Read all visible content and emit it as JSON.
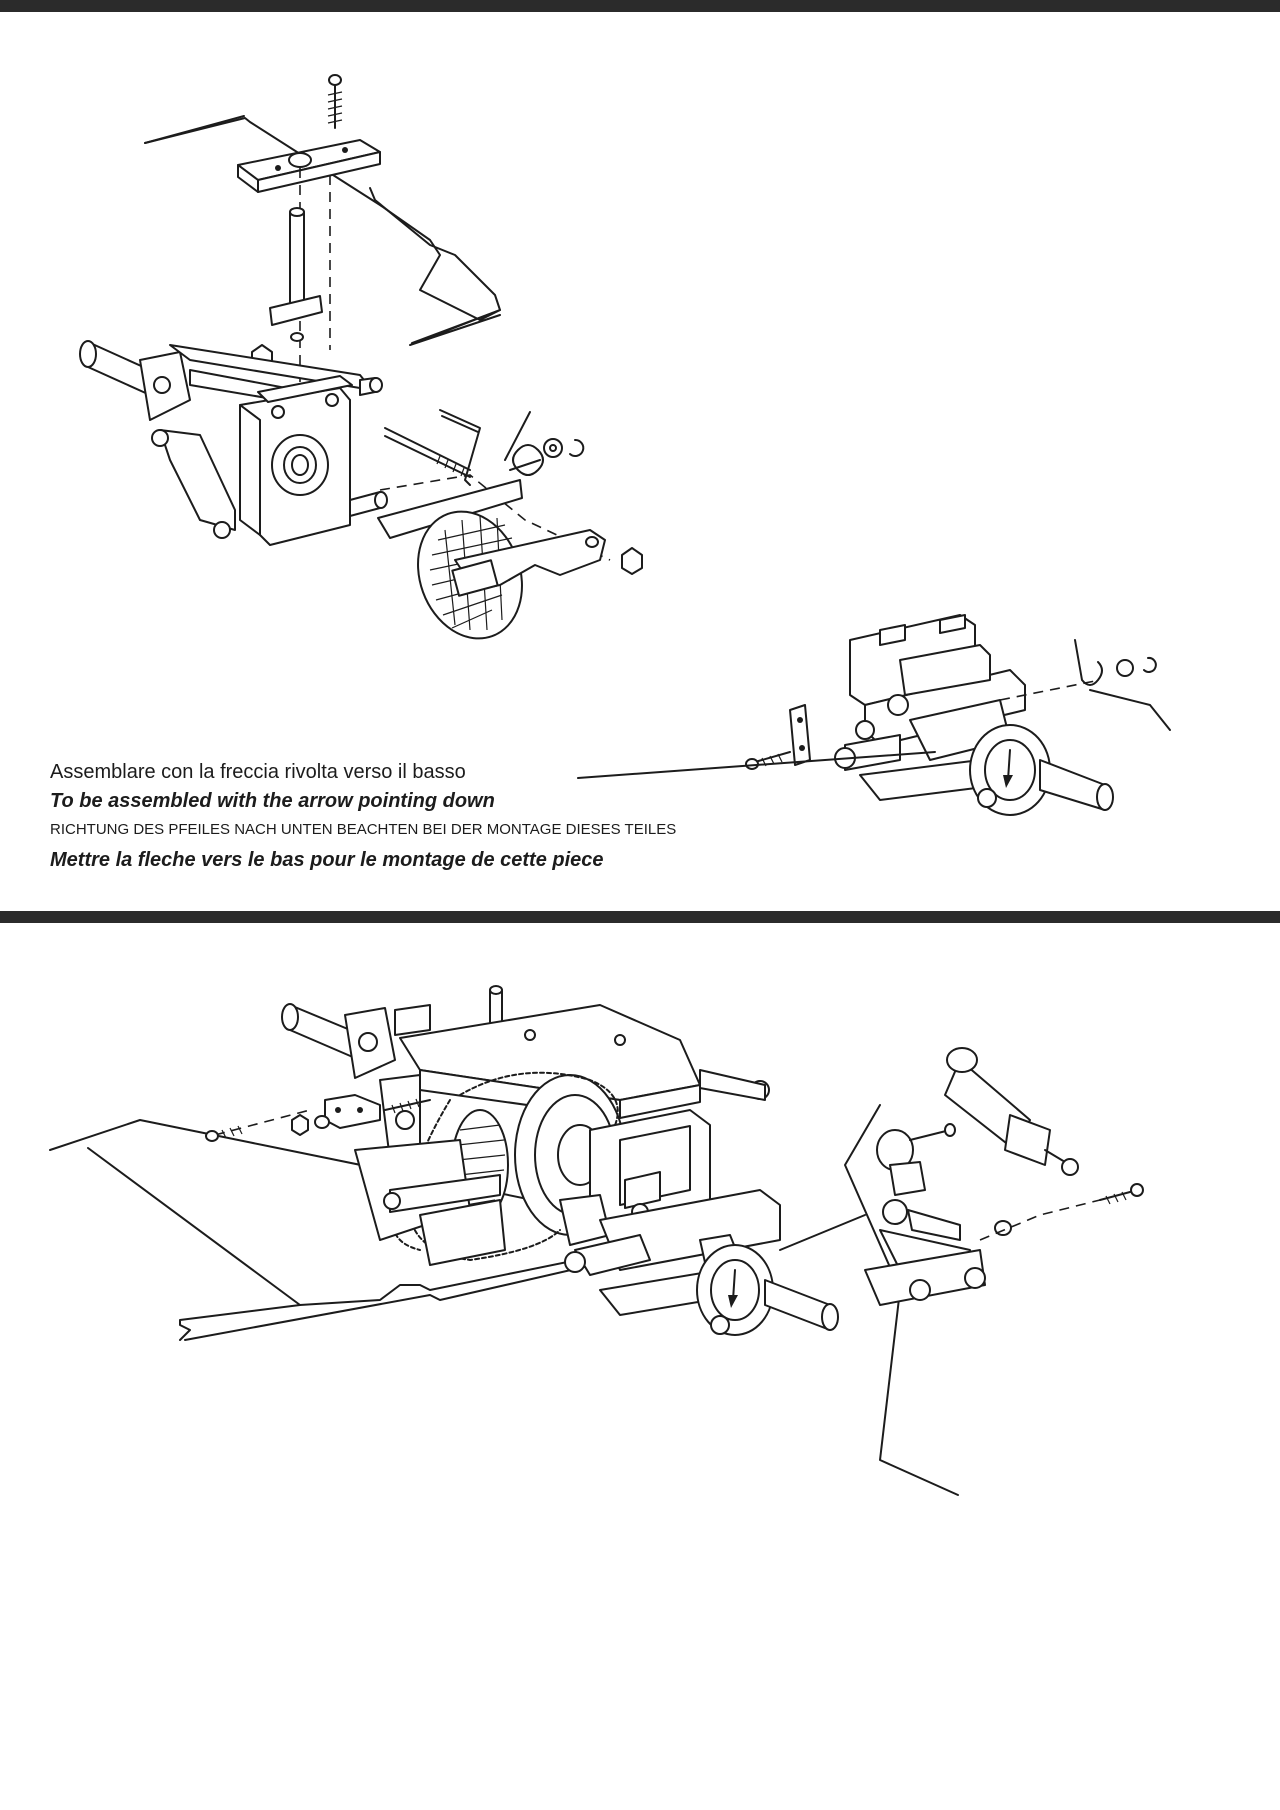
{
  "instructions": {
    "it": "Assemblare con la freccia rivolta verso il basso",
    "en": "To be assembled with the arrow pointing down",
    "de": "RICHTUNG DES PFEILES NACH UNTEN BEACHTEN BEI DER MONTAGE DIESES TEILES",
    "fr": "Mettre la fleche vers le bas pour le montage de cette piece"
  },
  "icons": {
    "top_figure": "rear-gearbox-brake-assembly-illustration",
    "detail_figure": "hub-carrier-arrow-detail-illustration",
    "bottom_figure": "chassis-drive-chain-assembly-illustration"
  }
}
